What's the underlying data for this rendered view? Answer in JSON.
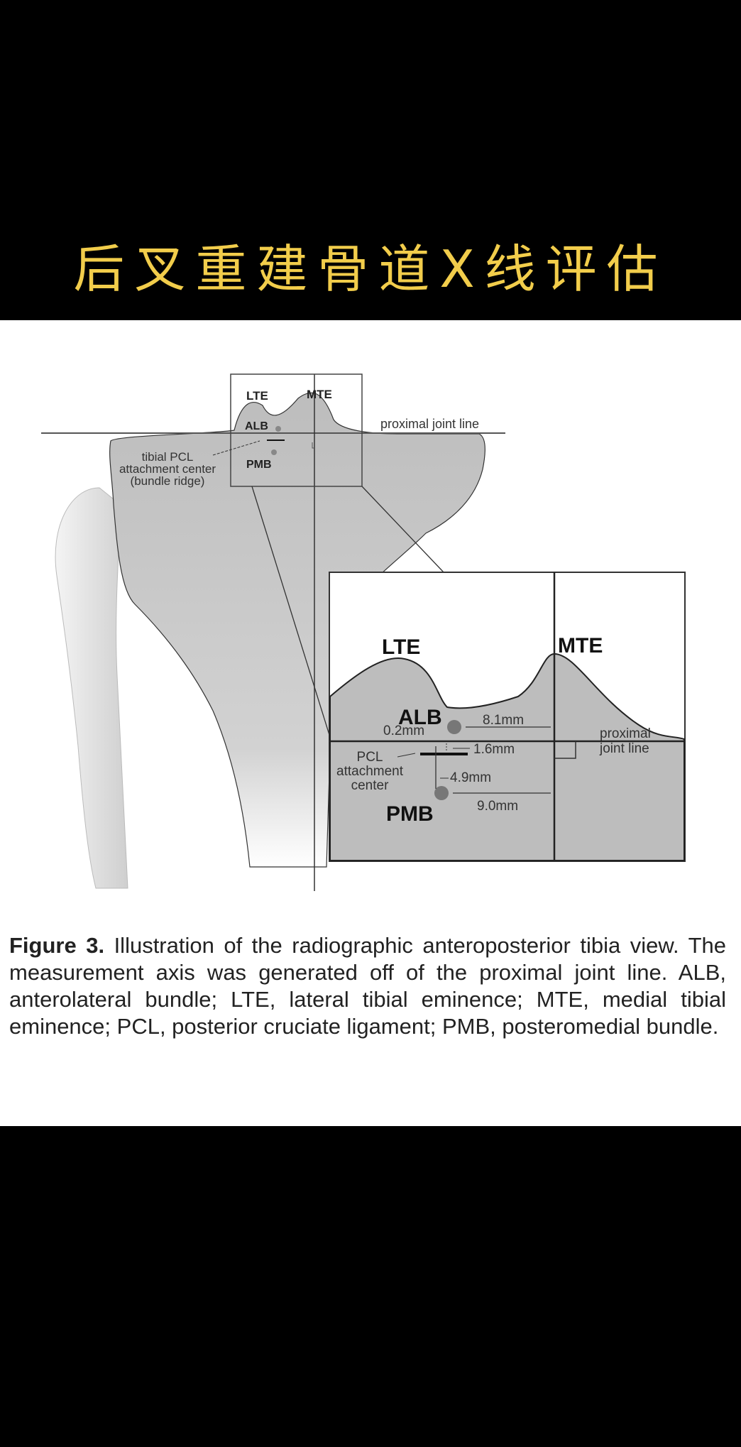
{
  "banner": {
    "title": "后叉重建骨道X线评估"
  },
  "figure": {
    "overview_labels": {
      "lte": "LTE",
      "mte": "MTE",
      "alb": "ALB",
      "pmb": "PMB",
      "joint_line": "proximal joint line",
      "pcl_1": "tibial PCL",
      "pcl_2": "attachment center",
      "pcl_3": "(bundle ridge)"
    },
    "inset_labels": {
      "lte": "LTE",
      "mte": "MTE",
      "alb": "ALB",
      "pmb": "PMB",
      "joint_1": "proximal",
      "joint_2": "joint line",
      "pcl_1": "PCL",
      "pcl_2": "attachment",
      "pcl_3": "center",
      "d_alb_offset": "0.2mm",
      "d_alb_axis": "8.1mm",
      "d_pcl": "1.6mm",
      "d_pmb_offset": "4.9mm",
      "d_pmb_axis": "9.0mm"
    }
  },
  "caption": {
    "label": "Figure 3.",
    "text": " Illustration of the radiographic anteroposterior tibia view. The measurement axis was generated off of the proximal joint line. ALB, anterolateral bundle; LTE, lateral tibial eminence; MTE, medial tibial eminence; PCL, posterior cruciate ligament; PMB, posteromedial bundle."
  }
}
